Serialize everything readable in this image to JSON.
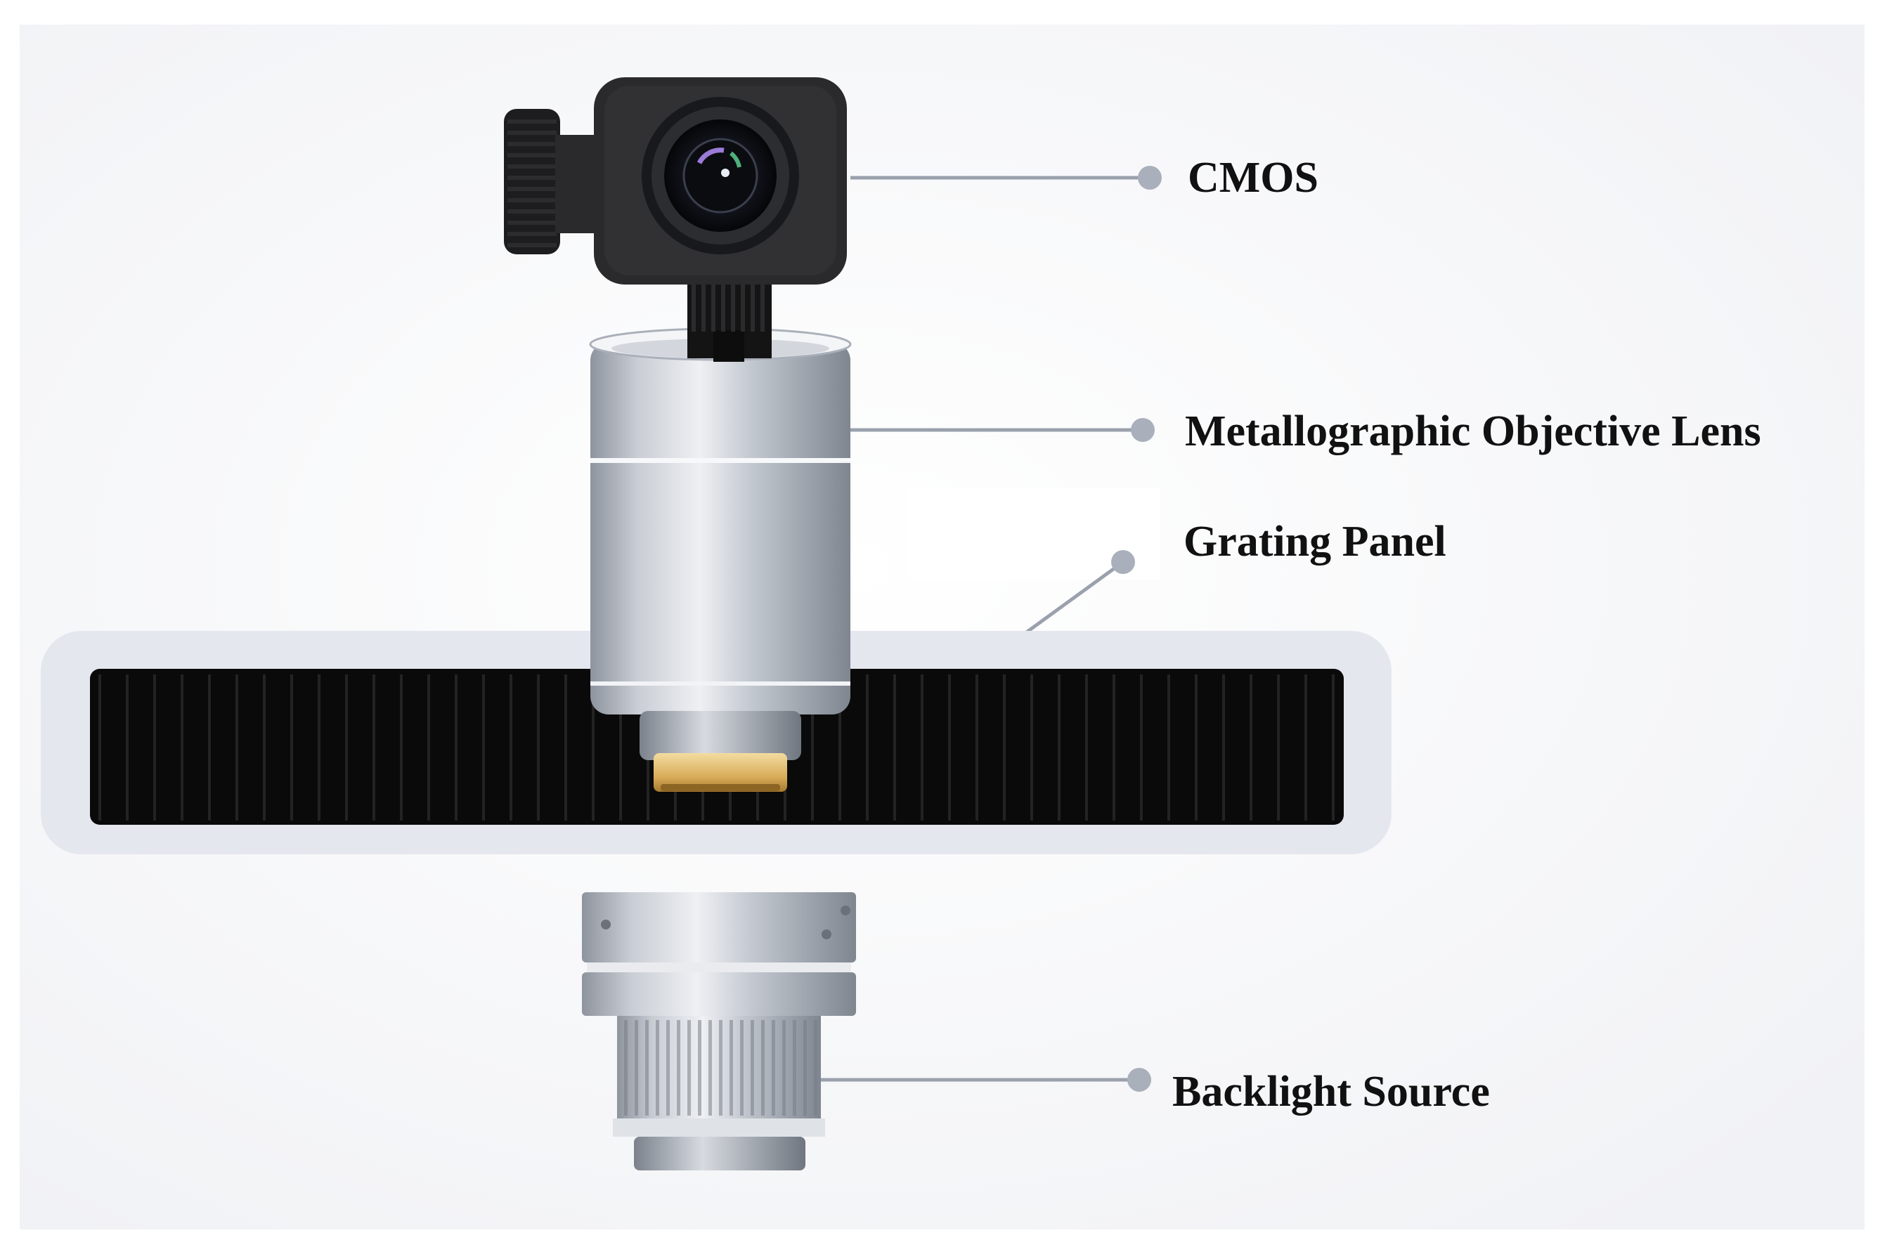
{
  "labels": {
    "cmos": "CMOS",
    "objective_lens": "Metallographic Objective Lens",
    "grating_panel": "Grating Panel",
    "backlight_source": "Backlight Source"
  },
  "colors": {
    "background": "#f6f6f8",
    "camera_body": "#2a2a2c",
    "metal": "#b9bec7",
    "grating_frame": "#e4e7ee",
    "grating_slots": "#0a0a0a",
    "callout_line": "#9aa1ad",
    "callout_dot": "#a9b0bb",
    "lens_tip": "#d9b46a",
    "label_text": "#111111"
  },
  "icons": {
    "cmos": "camera-sensor-icon",
    "objective_lens": "objective-lens-icon",
    "grating_panel": "grating-panel-icon",
    "backlight_source": "backlight-source-icon"
  }
}
